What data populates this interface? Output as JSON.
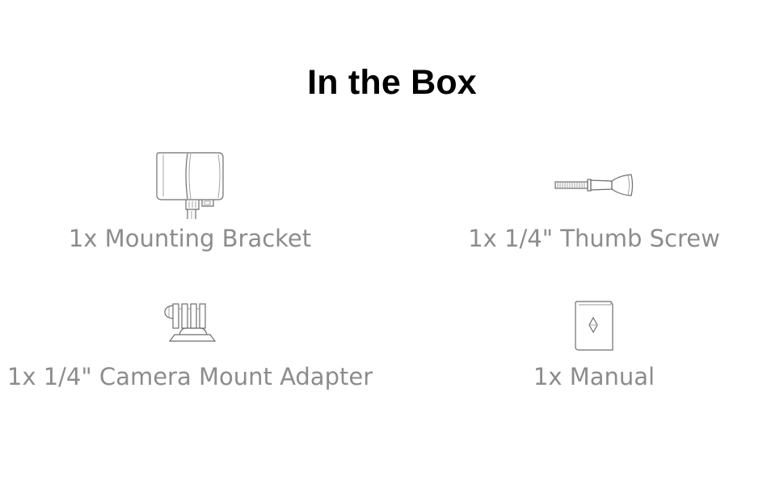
{
  "page": {
    "title": "In the Box"
  },
  "items": [
    {
      "label": "1x Mounting Bracket",
      "icon": "mounting-bracket-icon"
    },
    {
      "label": "1x 1/4\" Thumb Screw",
      "icon": "thumb-screw-icon"
    },
    {
      "label": "1x 1/4\" Camera Mount Adapter",
      "icon": "camera-mount-adapter-icon"
    },
    {
      "label": "1x Manual",
      "icon": "manual-icon"
    }
  ]
}
